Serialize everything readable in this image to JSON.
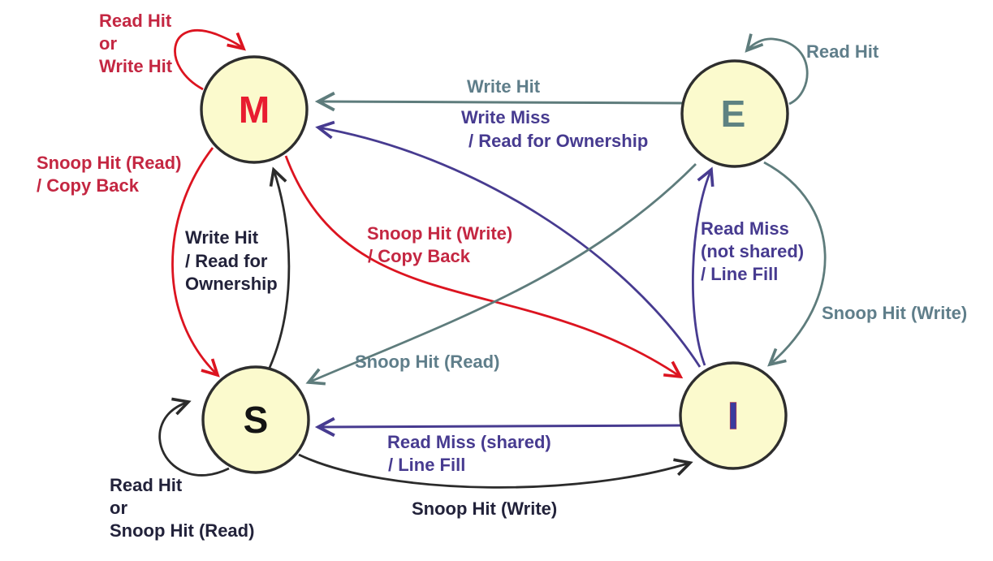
{
  "colors": {
    "node_fill": "#FBFACD",
    "node_border": "#2E2E2E",
    "red_arrow": "#DC1420",
    "crimson_text": "#C42742",
    "m_letter": "#E81D30",
    "e_letter": "#5E8282",
    "s_letter": "#141414",
    "i_letter": "#3A3A9E",
    "gray_line": "#5E7C7C",
    "gray_text": "#5F7E8A",
    "purple": "#473B90",
    "black_line": "#2B2B2B",
    "black_text": "#22223A"
  },
  "nodes": {
    "M": {
      "label": "M"
    },
    "E": {
      "label": "E"
    },
    "S": {
      "label": "S"
    },
    "I": {
      "label": "I"
    }
  },
  "edges": {
    "m_self": {
      "from": "M",
      "to": "M",
      "lines": [
        "Read Hit",
        "or",
        "Write Hit"
      ]
    },
    "e_self": {
      "from": "E",
      "to": "E",
      "lines": [
        "Read Hit"
      ]
    },
    "e_to_m": {
      "from": "E",
      "to": "M",
      "lines": [
        "Write Hit"
      ]
    },
    "i_to_m": {
      "from": "I",
      "to": "M",
      "lines": [
        "Write Miss",
        "/ Read for Ownership"
      ]
    },
    "m_to_s": {
      "from": "M",
      "to": "S",
      "lines": [
        "Snoop Hit (Read)",
        "/ Copy Back"
      ]
    },
    "s_to_m": {
      "from": "S",
      "to": "M",
      "lines": [
        "Write Hit",
        "/ Read for",
        "Ownership"
      ]
    },
    "m_to_i": {
      "from": "M",
      "to": "I",
      "lines": [
        "Snoop Hit (Write)",
        "/ Copy Back"
      ]
    },
    "i_to_e": {
      "from": "I",
      "to": "E",
      "lines": [
        "Read Miss",
        "(not shared)",
        "/ Line Fill"
      ]
    },
    "e_to_i": {
      "from": "E",
      "to": "I",
      "lines": [
        "Snoop Hit (Write)"
      ]
    },
    "e_to_s": {
      "from": "E",
      "to": "S",
      "lines": [
        "Snoop Hit (Read)"
      ]
    },
    "i_to_s": {
      "from": "I",
      "to": "S",
      "lines": [
        "Read Miss (shared)",
        "/ Line Fill"
      ]
    },
    "s_to_i": {
      "from": "S",
      "to": "I",
      "lines": [
        "Snoop Hit (Write)"
      ]
    },
    "s_self": {
      "from": "S",
      "to": "S",
      "lines": [
        "Read Hit",
        "or",
        "Snoop Hit (Read)"
      ]
    }
  }
}
